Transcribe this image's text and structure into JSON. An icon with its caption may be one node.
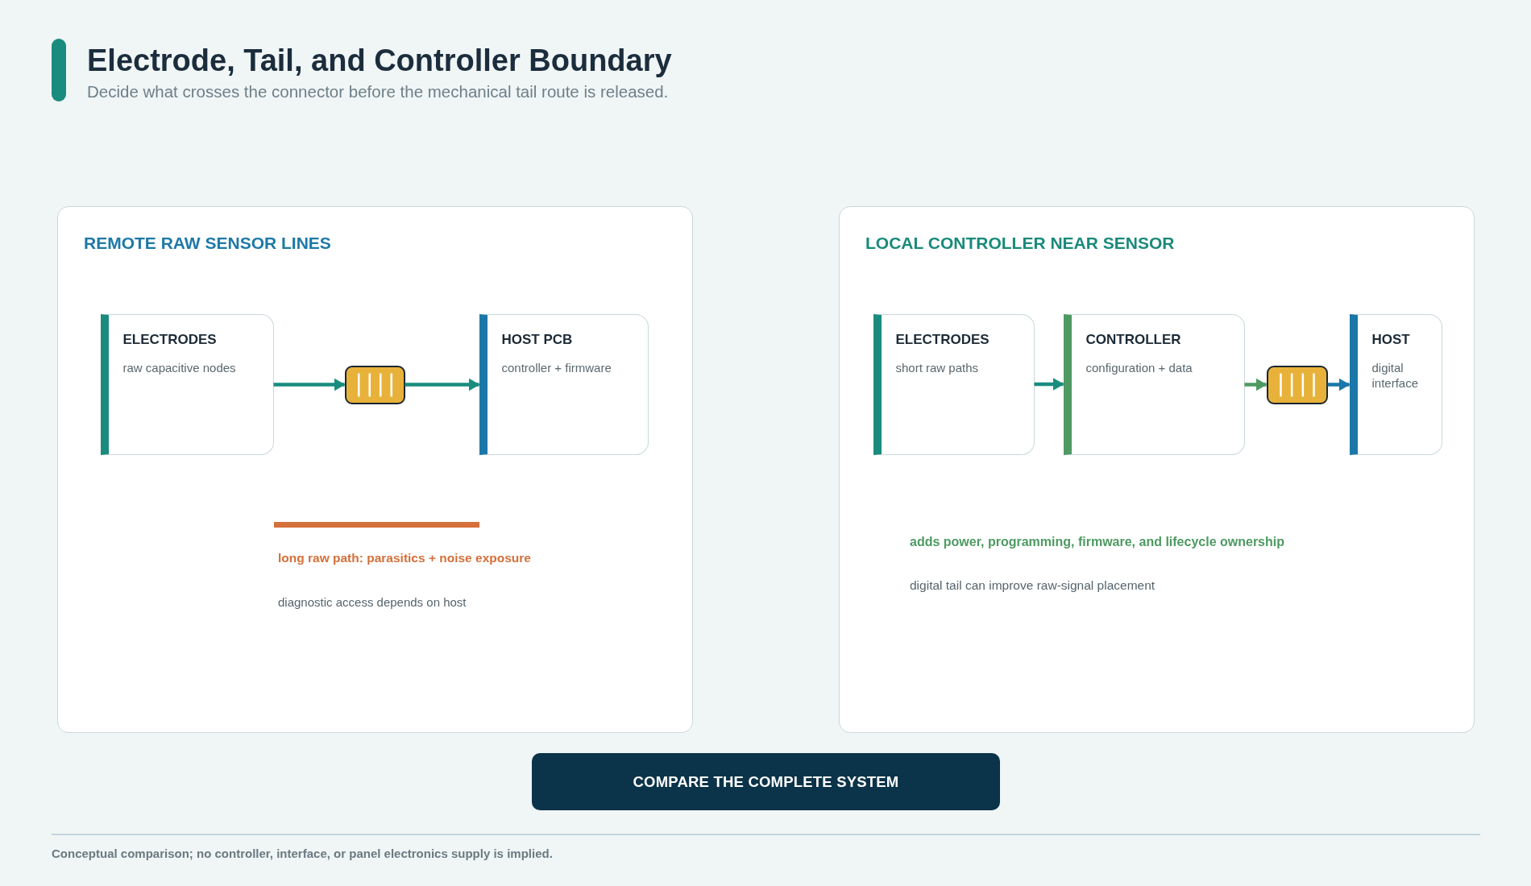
{
  "diagram": {
    "title": "Electrode, Tail, and Controller Boundary",
    "nodes": [
      {
        "text": [
          "REMOTE RAW SENSOR LINES"
        ]
      },
      {
        "text": [
          "ELECTRODES",
          "raw capacitive nodes"
        ],
        "in": 0
      },
      {
        "text": [],
        "shape": "box",
        "in": 0
      },
      {
        "text": [
          "HOST PCB",
          "controller + firmware"
        ],
        "in": 0
      },
      {
        "text": [
          "LOCAL CONTROLLER NEAR SENSOR"
        ]
      },
      {
        "text": [
          "ELECTRODES",
          "short raw paths"
        ],
        "in": 4
      },
      {
        "text": [
          "CONTROLLER",
          "configuration + data"
        ],
        "in": 4
      },
      {
        "text": [],
        "shape": "box",
        "in": 4
      },
      {
        "text": [
          "HOST",
          "digital interface"
        ],
        "in": 4
      },
      {
        "text": [
          "COMPARE THE COMPLETE SYSTEM"
        ]
      }
    ],
    "edges": [
      {
        "from": 1,
        "to": 2,
        "arrow": "to"
      },
      {
        "from": 2,
        "to": 3,
        "arrow": "to"
      },
      {
        "from": 5,
        "to": 6,
        "arrow": "to"
      },
      {
        "from": 6,
        "to": 7,
        "arrow": "to",
        "color": "#4e9a62"
      },
      {
        "from": 7,
        "to": 8,
        "arrow": "to",
        "color": "#1b77a8"
      }
    ],
    "labels": [
      "Decide what crosses the connector before the mechanical tail route is released.",
      "long raw path: parasitics + noise exposure",
      "diagnostic access depends on host",
      "adds power, programming, firmware, and lifecycle ownership",
      "digital tail can improve raw-signal placement",
      "Conceptual comparison; no controller, interface, or panel electronics supply is implied."
    ]
  }
}
